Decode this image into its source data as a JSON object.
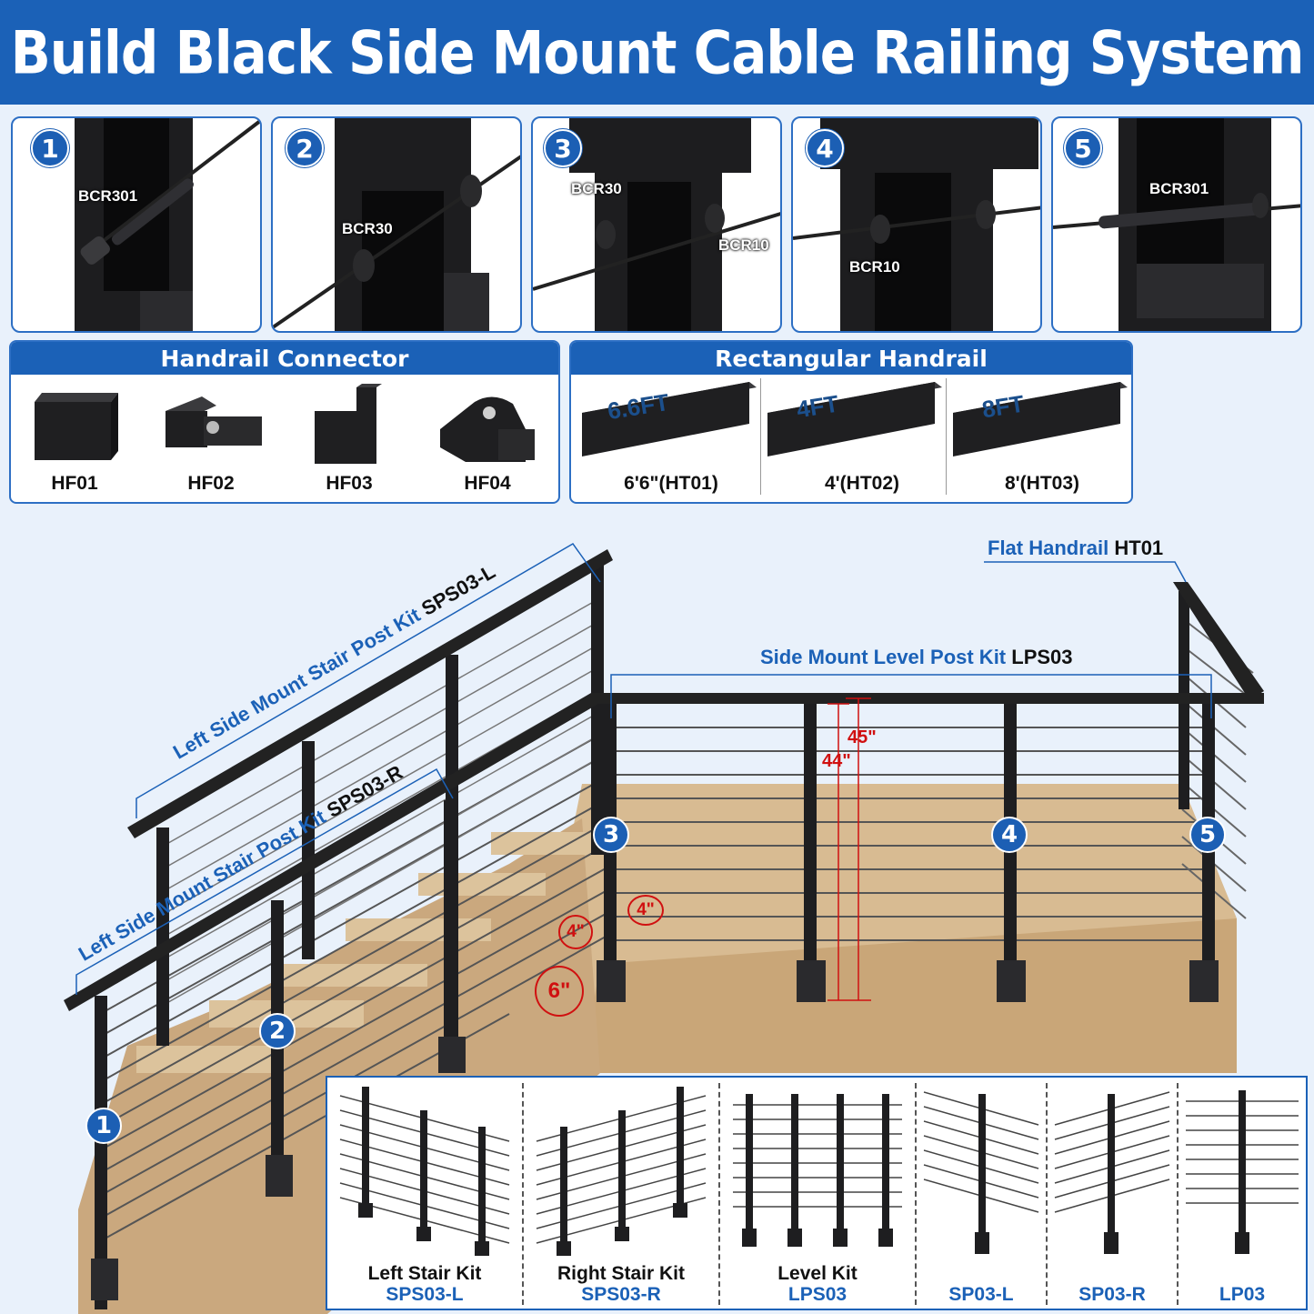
{
  "title": "Build Black Side Mount Cable Railing System",
  "details": [
    {
      "step": "1",
      "labels": [
        "BCR301"
      ]
    },
    {
      "step": "2",
      "labels": [
        "BCR30"
      ]
    },
    {
      "step": "3",
      "labels": [
        "BCR30",
        "BCR10"
      ]
    },
    {
      "step": "4",
      "labels": [
        "BCR10"
      ]
    },
    {
      "step": "5",
      "labels": [
        "BCR301"
      ]
    }
  ],
  "handrail_connector": {
    "title": "Handrail Connector",
    "parts": [
      "HF01",
      "HF02",
      "HF03",
      "HF04"
    ]
  },
  "rectangular_handrail": {
    "title": "Rectangular Handrail",
    "parts": [
      {
        "stamp": "6.6FT",
        "label": "6'6\"(HT01)"
      },
      {
        "stamp": "4FT",
        "label": "4'(HT02)"
      },
      {
        "stamp": "8FT",
        "label": "8'(HT03)"
      }
    ]
  },
  "diagram": {
    "flat_handrail": {
      "text": "Flat Handrail",
      "code": "HT01"
    },
    "level_kit": {
      "text": "Side Mount Level Post Kit",
      "code": "LPS03"
    },
    "left_kit": {
      "text": "Left Side Mount Stair Post Kit",
      "code": "SPS03-L"
    },
    "right_kit": {
      "text": "Left Side Mount Stair Post Kit",
      "code": "SPS03-R"
    },
    "heights": [
      "45\"",
      "44\""
    ],
    "spacing": [
      "4\"",
      "4\"",
      "6\""
    ],
    "post_numbers": [
      "1",
      "2",
      "3",
      "4",
      "5"
    ]
  },
  "kits": [
    {
      "name": "Left Stair Kit",
      "code": "SPS03-L"
    },
    {
      "name": "Right Stair Kit",
      "code": "SPS03-R"
    },
    {
      "name": "Level Kit",
      "code": "LPS03"
    },
    {
      "name": "",
      "code": "SP03-L"
    },
    {
      "name": "",
      "code": "SP03-R"
    },
    {
      "name": "",
      "code": "LP03"
    }
  ],
  "colors": {
    "brand_blue": "#1b61b7",
    "dimension_red": "#d01010",
    "post_black": "#1d1d1f",
    "wood": "#d2b690"
  }
}
